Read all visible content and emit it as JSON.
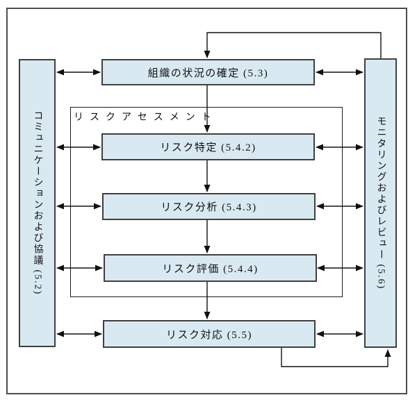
{
  "diagram": {
    "group_label": "リスクアセスメント",
    "nodes": {
      "communication": "コミュニケーションおよび協議 (5.2)",
      "monitoring": "モニタリングおよびレビュー (5.6)",
      "context": "組織の状況の確定 (5.3)",
      "risk_identification": "リスク特定 (5.4.2)",
      "risk_analysis": "リスク分析 (5.4.3)",
      "risk_evaluation": "リスク評価 (5.4.4)",
      "risk_treatment": "リスク対応 (5.5)"
    },
    "colors": {
      "node_fill": "#d9e9f2",
      "node_border": "#3f3f3f",
      "line": "#111111",
      "outer_border": "#4d4d4d"
    }
  }
}
